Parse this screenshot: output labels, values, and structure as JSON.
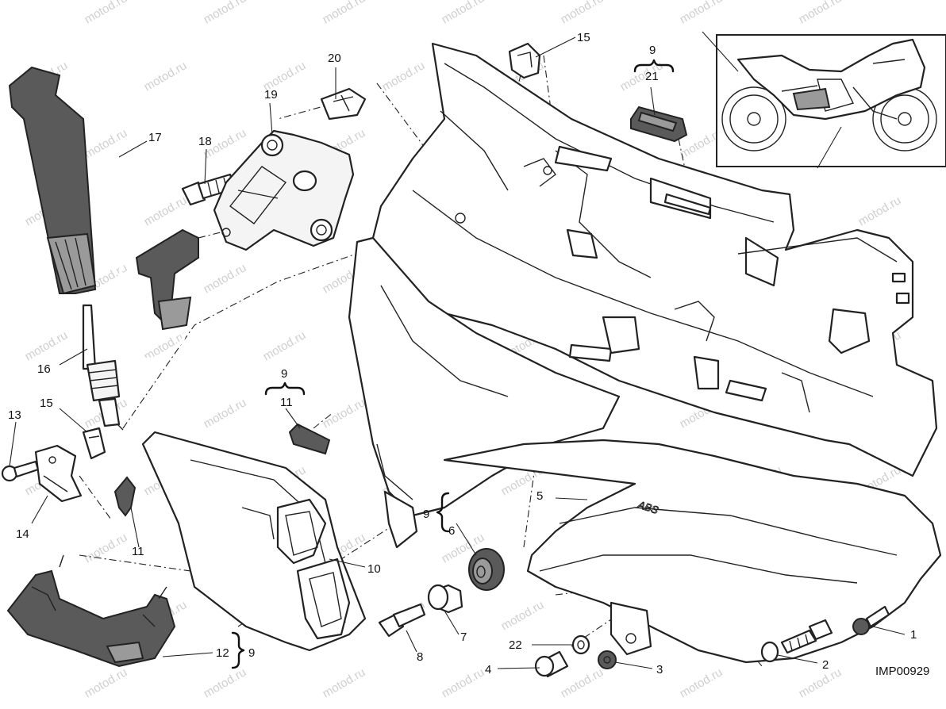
{
  "watermark": "motod.ru",
  "image_code": "IMP00929",
  "emboss_label": "ABS",
  "callouts": {
    "c1": "1",
    "c2": "2",
    "c3": "3",
    "c4": "4",
    "c5": "5",
    "c6": "6",
    "c7": "7",
    "c8": "8",
    "c9a": "9",
    "c9b": "9",
    "c9c": "9",
    "c9d": "9",
    "c10": "10",
    "c11a": "11",
    "c11b": "11",
    "c12": "12",
    "c13": "13",
    "c14": "14",
    "c15a": "15",
    "c15b": "15",
    "c16": "16",
    "c17": "17",
    "c18": "18",
    "c19": "19",
    "c20": "20",
    "c21": "21",
    "c22": "22"
  }
}
